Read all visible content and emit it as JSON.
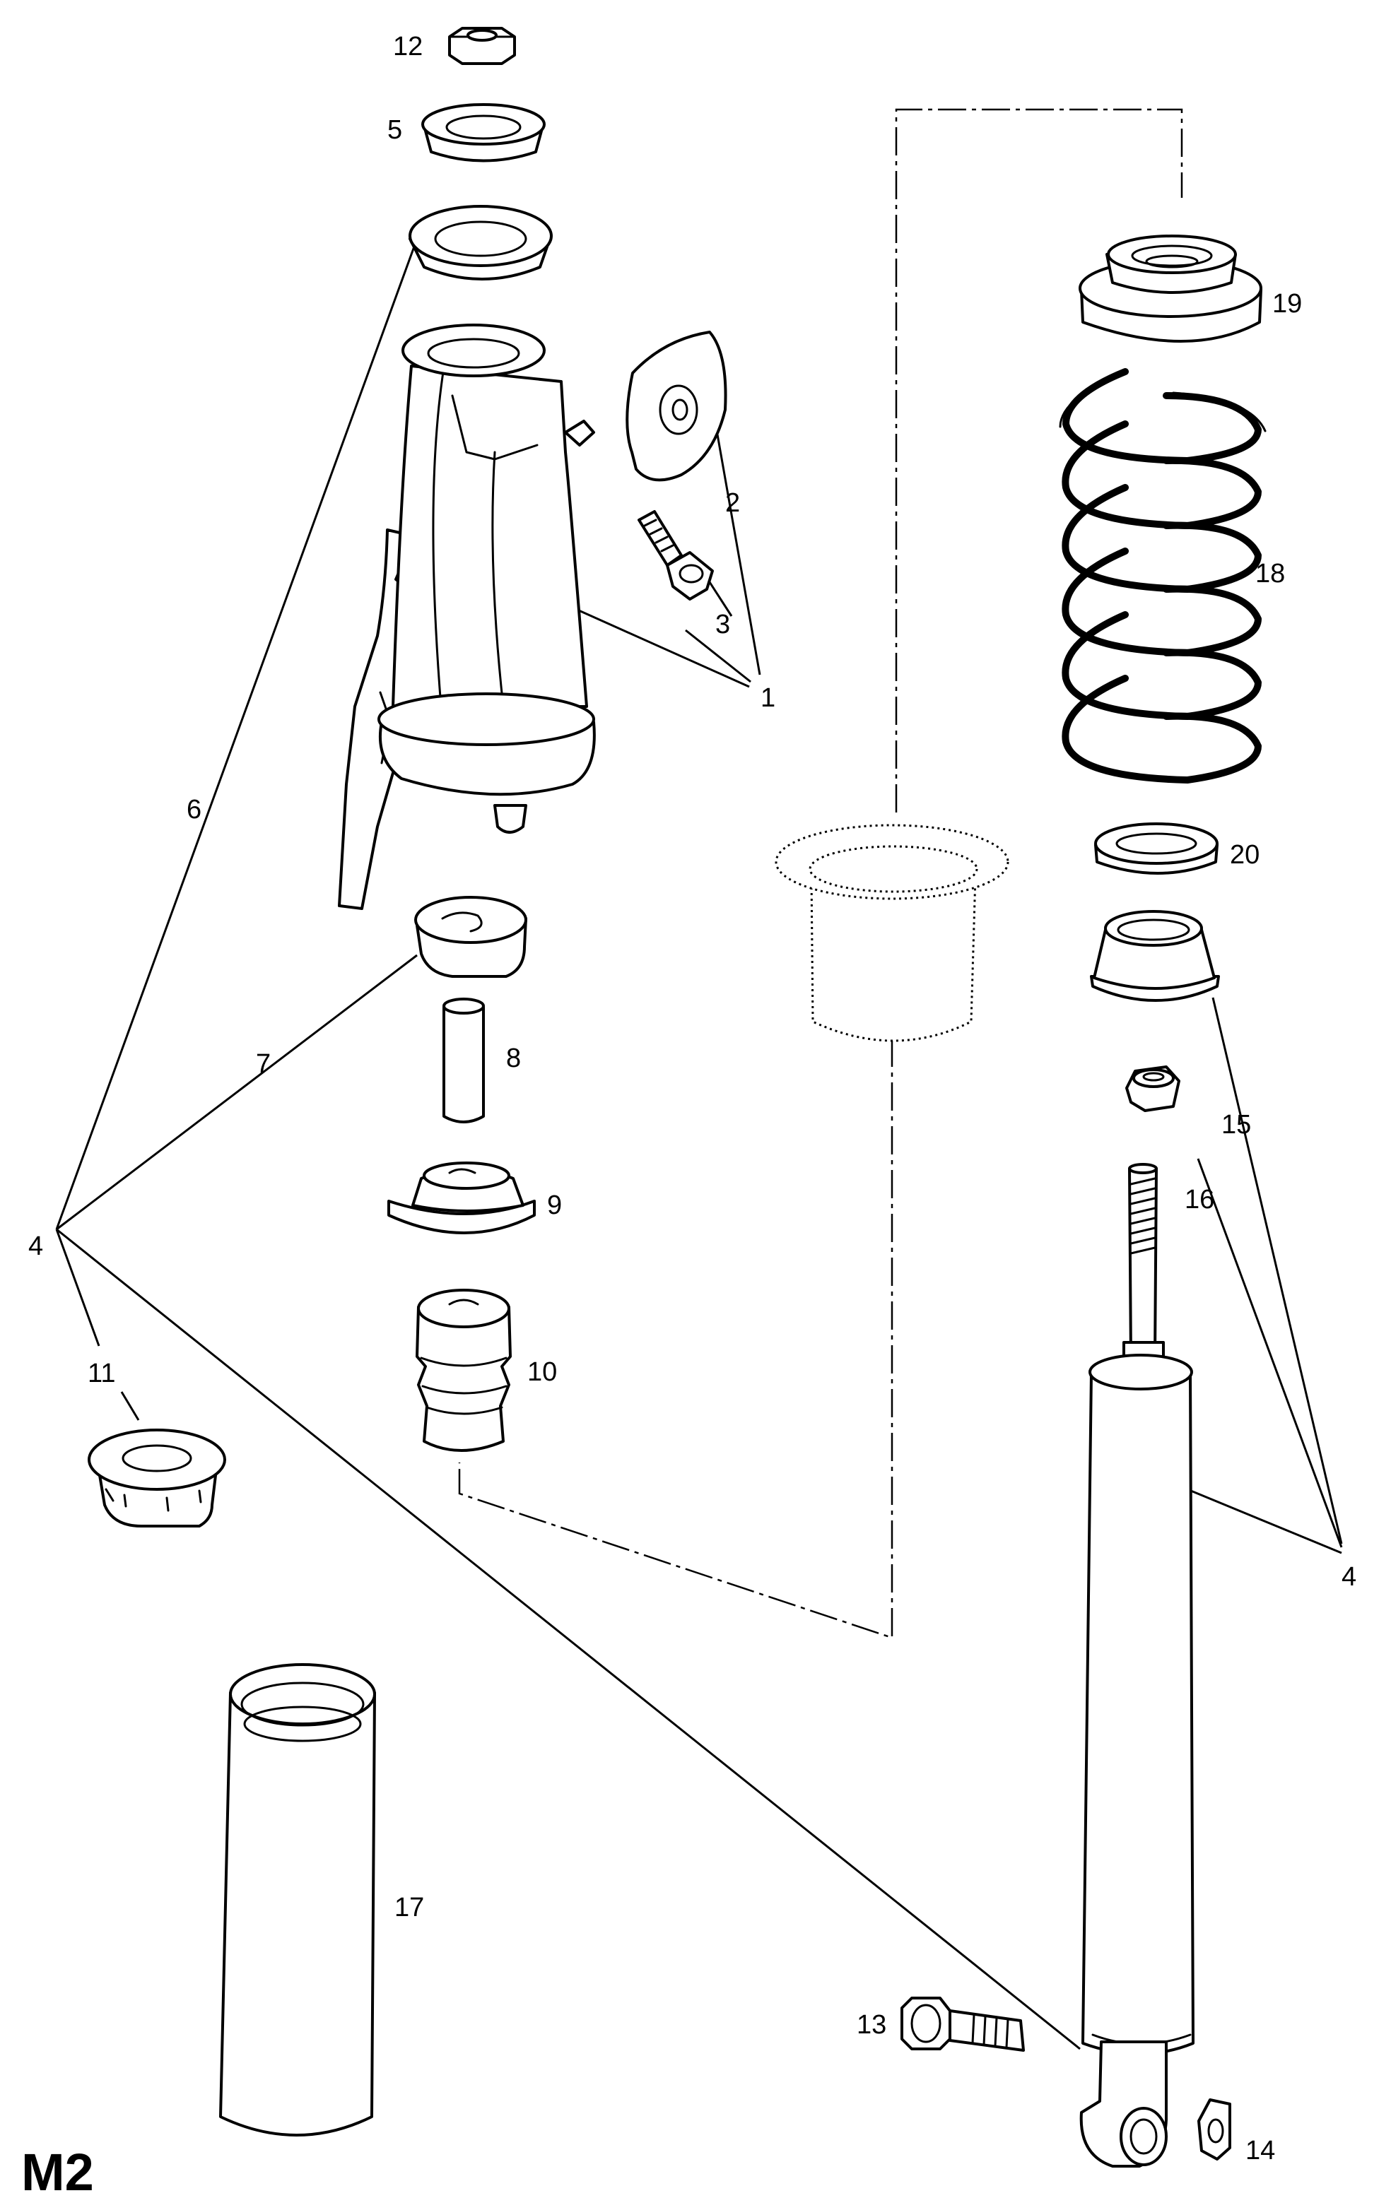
{
  "diagram_title": "M2",
  "part_labels": {
    "p1": "1",
    "p2": "2",
    "p3": "3",
    "p4a": "4",
    "p4b": "4",
    "p5": "5",
    "p6": "6",
    "p7": "7",
    "p8": "8",
    "p9": "9",
    "p10": "10",
    "p11": "11",
    "p12": "12",
    "p13": "13",
    "p14": "14",
    "p15": "15",
    "p16": "16",
    "p17": "17",
    "p18": "18",
    "p19": "19",
    "p20": "20"
  }
}
